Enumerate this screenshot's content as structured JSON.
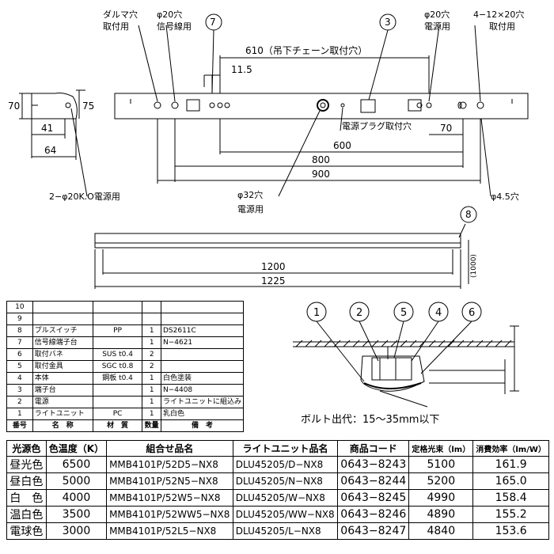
{
  "top_drawing": {
    "callouts": {
      "daruma_hole": "ダルマ穴",
      "mount_use_1": "取付用",
      "phi20_hole_a": "φ20穴",
      "signal_wire_use": "信号線用",
      "phi20_hole_b": "φ20穴",
      "power_use_a": "電源用",
      "hole_4x12x20": "4−12×20穴",
      "mount_use_2": "取付用",
      "phi32_hole": "φ32穴",
      "power_use_b": "電源用",
      "power_plug_hole": "電源プラグ取付穴",
      "phi20k_power": "2−φ20K.O電源用",
      "phi45_hole": "φ4.5穴"
    },
    "dimensions": {
      "d610": "610（吊下チェーン取付穴）",
      "d11_5": "11.5",
      "d70_left": "70",
      "d75": "75",
      "d41": "41",
      "d64": "64",
      "d600": "600",
      "d800": "800",
      "d900": "900",
      "d70_right": "70"
    },
    "markers": [
      "7",
      "3"
    ]
  },
  "side_drawing": {
    "marker": "8",
    "d1200": "1200",
    "d1225": "1225",
    "d1000": "(1000)"
  },
  "parts_table": {
    "rows": [
      {
        "no": "10",
        "name": "",
        "material": "",
        "qty": "",
        "note": ""
      },
      {
        "no": "9",
        "name": "",
        "material": "",
        "qty": "",
        "note": ""
      },
      {
        "no": "8",
        "name": "プルスイッチ",
        "material": "PP",
        "qty": "1",
        "note": "DS2611C"
      },
      {
        "no": "7",
        "name": "信号線端子台",
        "material": "",
        "qty": "1",
        "note": "N−4621"
      },
      {
        "no": "6",
        "name": "取付バネ",
        "material": "SUS t0.4",
        "qty": "2",
        "note": ""
      },
      {
        "no": "5",
        "name": "取付金具",
        "material": "SGC t0.8",
        "qty": "2",
        "note": ""
      },
      {
        "no": "4",
        "name": "本体",
        "material": "鋼板 t0.4",
        "qty": "1",
        "note": "白色塗装"
      },
      {
        "no": "3",
        "name": "端子台",
        "material": "",
        "qty": "1",
        "note": "N−4408"
      },
      {
        "no": "2",
        "name": "電源",
        "material": "",
        "qty": "1",
        "note": "ライトユニットに組込み"
      },
      {
        "no": "1",
        "name": "ライトユニット",
        "material": "PC",
        "qty": "1",
        "note": "乳白色"
      }
    ],
    "header": {
      "no": "番号",
      "name": "名　称",
      "material": "材　質",
      "qty": "数量",
      "note": "備　考"
    }
  },
  "section_drawing": {
    "markers": [
      "1",
      "2",
      "5",
      "4",
      "6"
    ],
    "bolt_note": "ボルト出代：15〜35mm以下"
  },
  "spec_table": {
    "header": [
      "光源色",
      "色温度（K）",
      "組合せ品名",
      "ライトユニット品名",
      "商品コード",
      "定格光束（lm）",
      "消費効率（lm/W）"
    ],
    "rows": [
      [
        "昼光色",
        "6500",
        "MMB4101P/52D5−NX8",
        "DLU45205/D−NX8",
        "0643−8243",
        "5100",
        "161.9"
      ],
      [
        "昼白色",
        "5000",
        "MMB4101P/52N5−NX8",
        "DLU45205/N−NX8",
        "0643−8244",
        "5200",
        "165.0"
      ],
      [
        "白　色",
        "4000",
        "MMB4101P/52W5−NX8",
        "DLU45205/W−NX8",
        "0643−8245",
        "4990",
        "158.4"
      ],
      [
        "温白色",
        "3500",
        "MMB4101P/52WW5−NX8",
        "DLU45205/WW−NX8",
        "0643−8246",
        "4890",
        "155.2"
      ],
      [
        "電球色",
        "3000",
        "MMB4101P/52L5−NX8",
        "DLU45205/L−NX8",
        "0643−8247",
        "4840",
        "153.6"
      ]
    ]
  }
}
